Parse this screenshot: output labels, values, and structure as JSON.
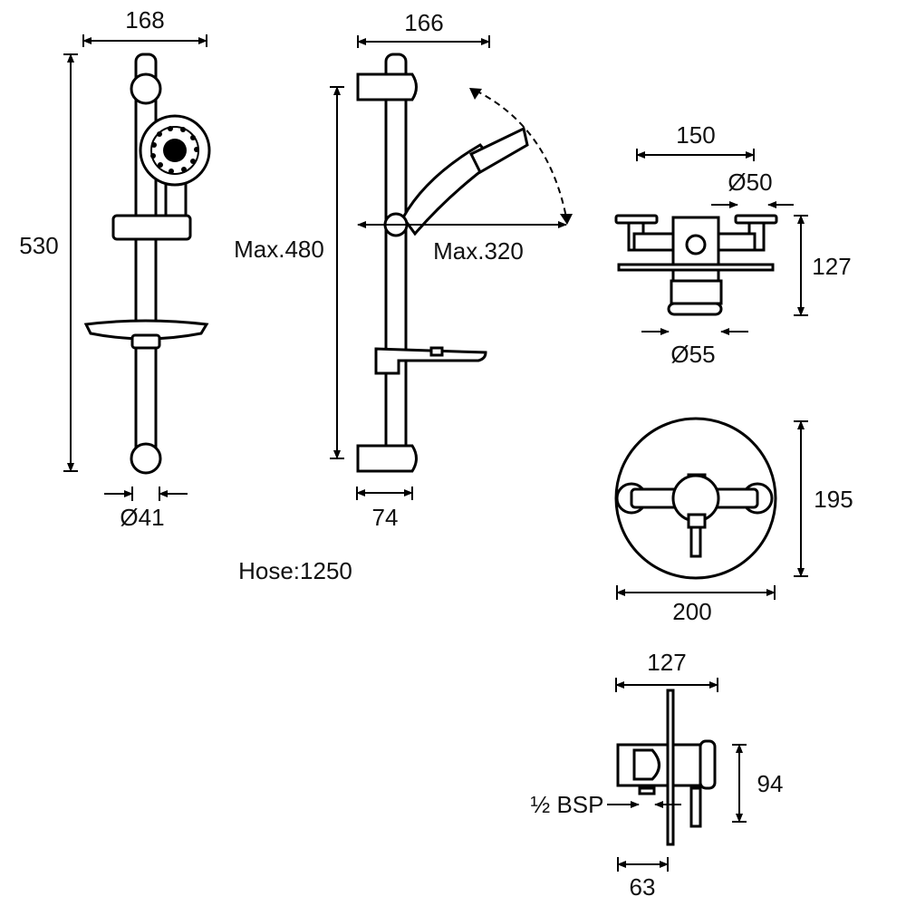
{
  "colors": {
    "ink": "#000000",
    "background": "#ffffff",
    "text": "#111111"
  },
  "labels": {
    "width_168": "168",
    "height_530": "530",
    "diameter_41": "Ø41",
    "width_166": "166",
    "max_480": "Max.480",
    "max_320": "Max.320",
    "width_74": "74",
    "hose": "Hose:1250",
    "width_150": "150",
    "diameter_50": "Ø50",
    "height_127": "127",
    "diameter_55": "Ø55",
    "height_195": "195",
    "width_200": "200",
    "width_127": "127",
    "height_94": "94",
    "bsp": "½ BSP",
    "width_63": "63"
  }
}
